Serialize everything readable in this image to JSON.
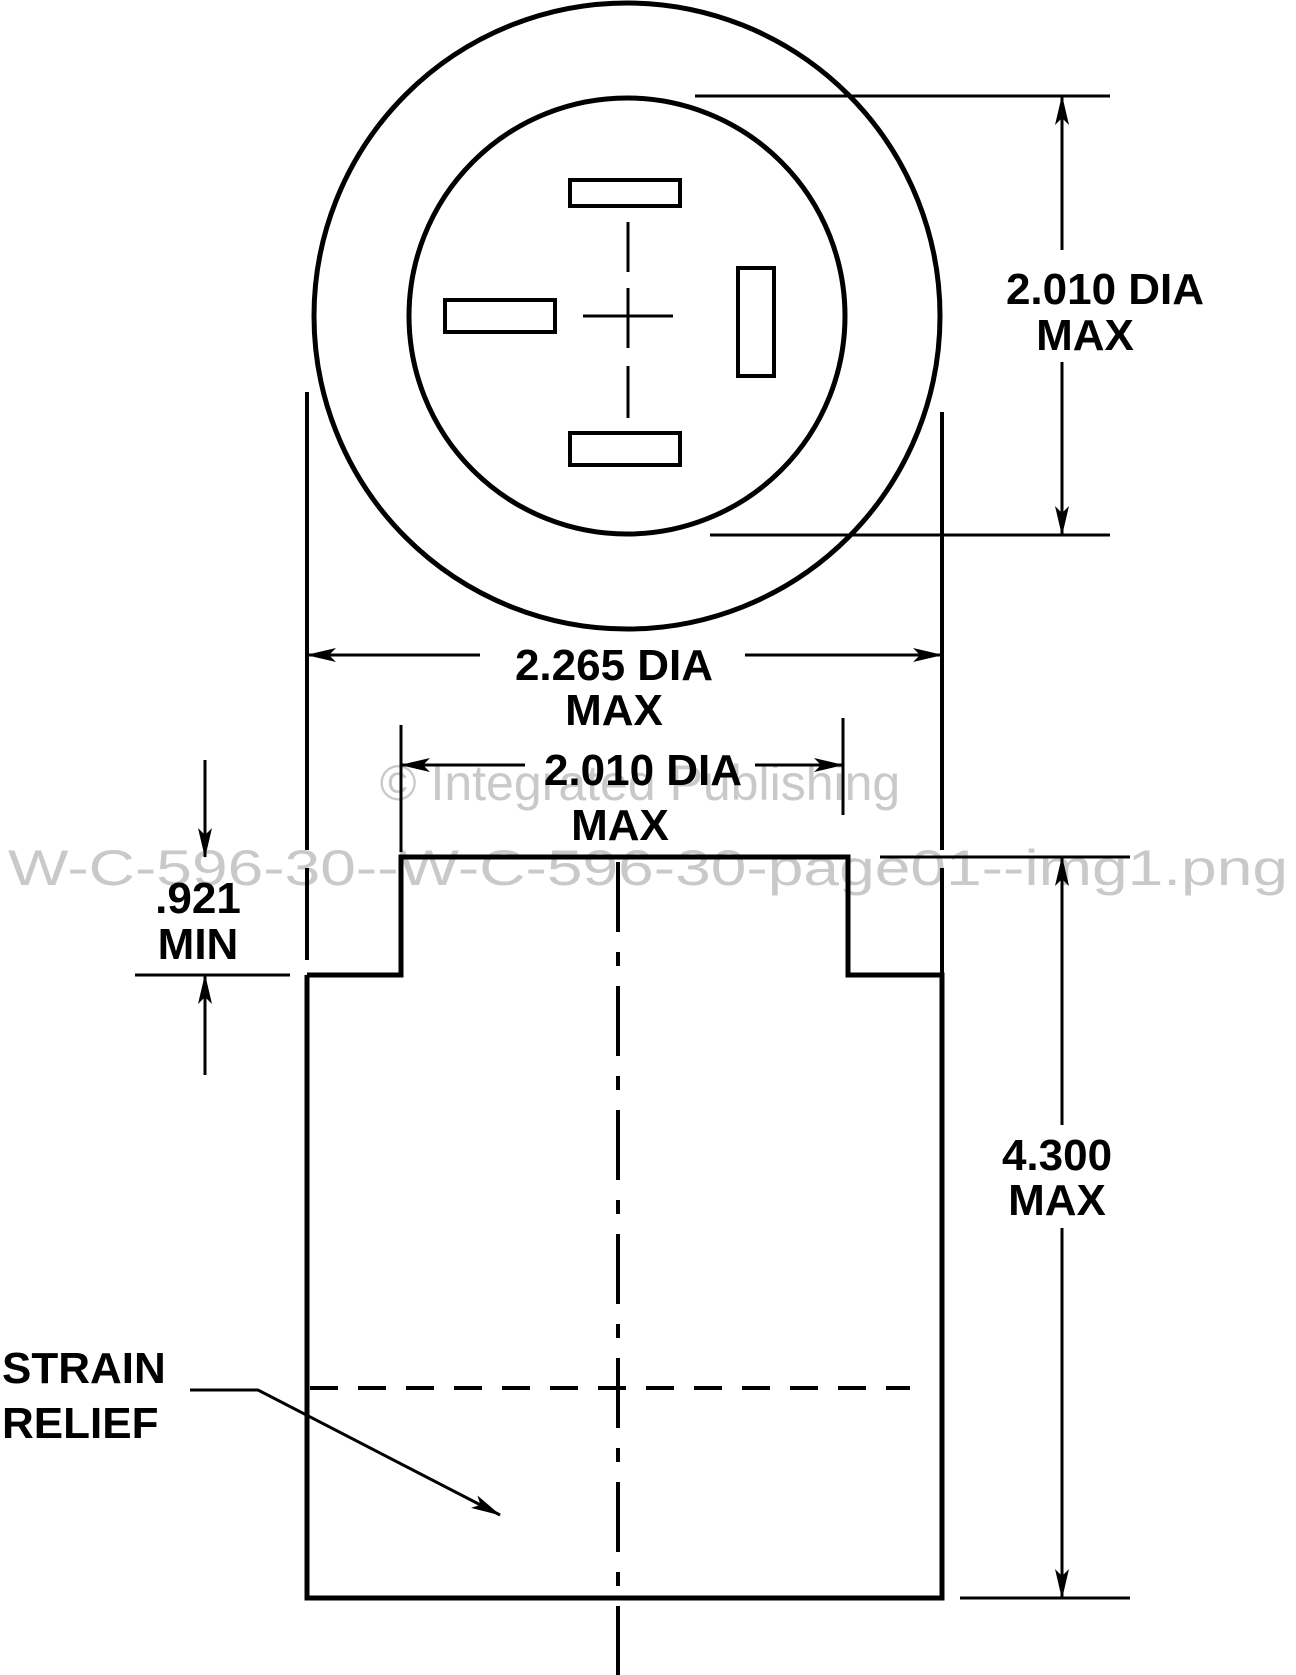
{
  "drawing": {
    "title": "Connector body dimensions",
    "colors": {
      "line": "#000000",
      "background": "#ffffff",
      "watermark": "#c9c9c9"
    },
    "labels": {
      "top_dia_value": "2.010 DIA",
      "top_dia_qualifier": "MAX",
      "outer_dia_value": "2.265 DIA",
      "outer_dia_qualifier": "MAX",
      "step_dia_value": "2.010 DIA",
      "step_dia_qualifier": "MAX",
      "step_height_value": ".921",
      "step_height_qualifier": "MIN",
      "length_value": "4.300",
      "length_qualifier": "MAX",
      "strain_relief_line1": "STRAIN",
      "strain_relief_line2": "RELIEF"
    }
  },
  "watermark": {
    "copyright": "© Integrated Publishing",
    "filename": "W-C-596-30--W-C-596-30-page01--img1.png"
  }
}
